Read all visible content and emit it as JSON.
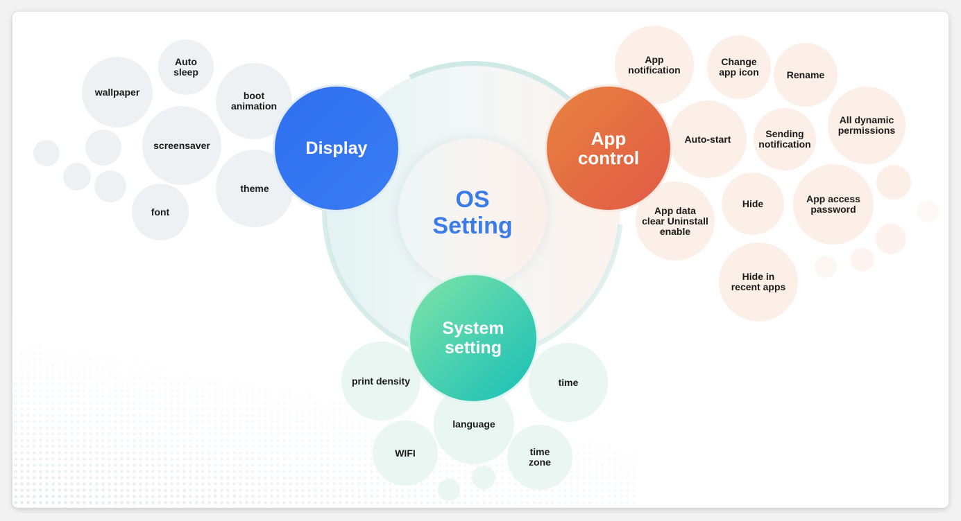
{
  "diagram": {
    "center_title": "OS\nSetting",
    "hubs": {
      "display": "Display",
      "app_control": "App\ncontrol",
      "system_setting": "System\nsetting"
    },
    "display_items": [
      "wallpaper",
      "Auto\nsleep",
      "boot\nanimation",
      "screensaver",
      "theme",
      "font"
    ],
    "app_control_items": [
      "App\nnotification",
      "Change\napp icon",
      "Rename",
      "All dynamic\npermissions",
      "Auto-start",
      "Sending\nnotification",
      "App data\nclear Uninstall\nenable",
      "Hide",
      "App access\npassword",
      "Hide in\nrecent apps"
    ],
    "system_setting_items": [
      "print density",
      "time",
      "language",
      "WIFI",
      "time\nzone"
    ]
  },
  "colors": {
    "display": "#2f6ff0",
    "app_control": "#e56e43",
    "system_setting": "#3ccdb1",
    "title": "#3b7be8"
  }
}
